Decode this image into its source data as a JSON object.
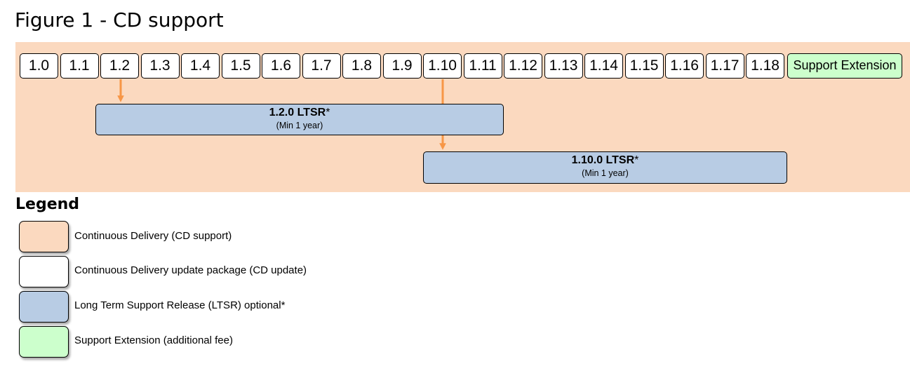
{
  "title": "Figure 1 - CD support",
  "versions": [
    "1.0",
    "1.1",
    "1.2",
    "1.3",
    "1.4",
    "1.5",
    "1.6",
    "1.7",
    "1.8",
    "1.9",
    "1.10",
    "1.11",
    "1.12",
    "1.13",
    "1.14",
    "1.15",
    "1.16",
    "1.17",
    "1.18"
  ],
  "support_extension": "Support Extension",
  "ltsr": [
    {
      "label": "1.2.0 LTSR",
      "suffix": "*",
      "note": "(Min 1 year)",
      "from_version": "1.2"
    },
    {
      "label": "1.10.0 LTSR",
      "suffix": "*",
      "note": "(Min 1 year)",
      "from_version": "1.10"
    }
  ],
  "legend": {
    "title": "Legend",
    "items": [
      {
        "color": "#fbd9bf",
        "label": "Continuous Delivery (CD support)"
      },
      {
        "color": "#ffffff",
        "label": "Continuous Delivery update package (CD update)"
      },
      {
        "color": "#b8cce4",
        "label": "Long Term Support Release (LTSR) optional*"
      },
      {
        "color": "#ccffcc",
        "label": "Support Extension (additional fee)"
      }
    ]
  },
  "colors": {
    "cd_band": "#fbd9bf",
    "update_box": "#ffffff",
    "ltsr_box": "#b8cce4",
    "extension_box": "#ccffcc",
    "arrow": "#f79646"
  }
}
